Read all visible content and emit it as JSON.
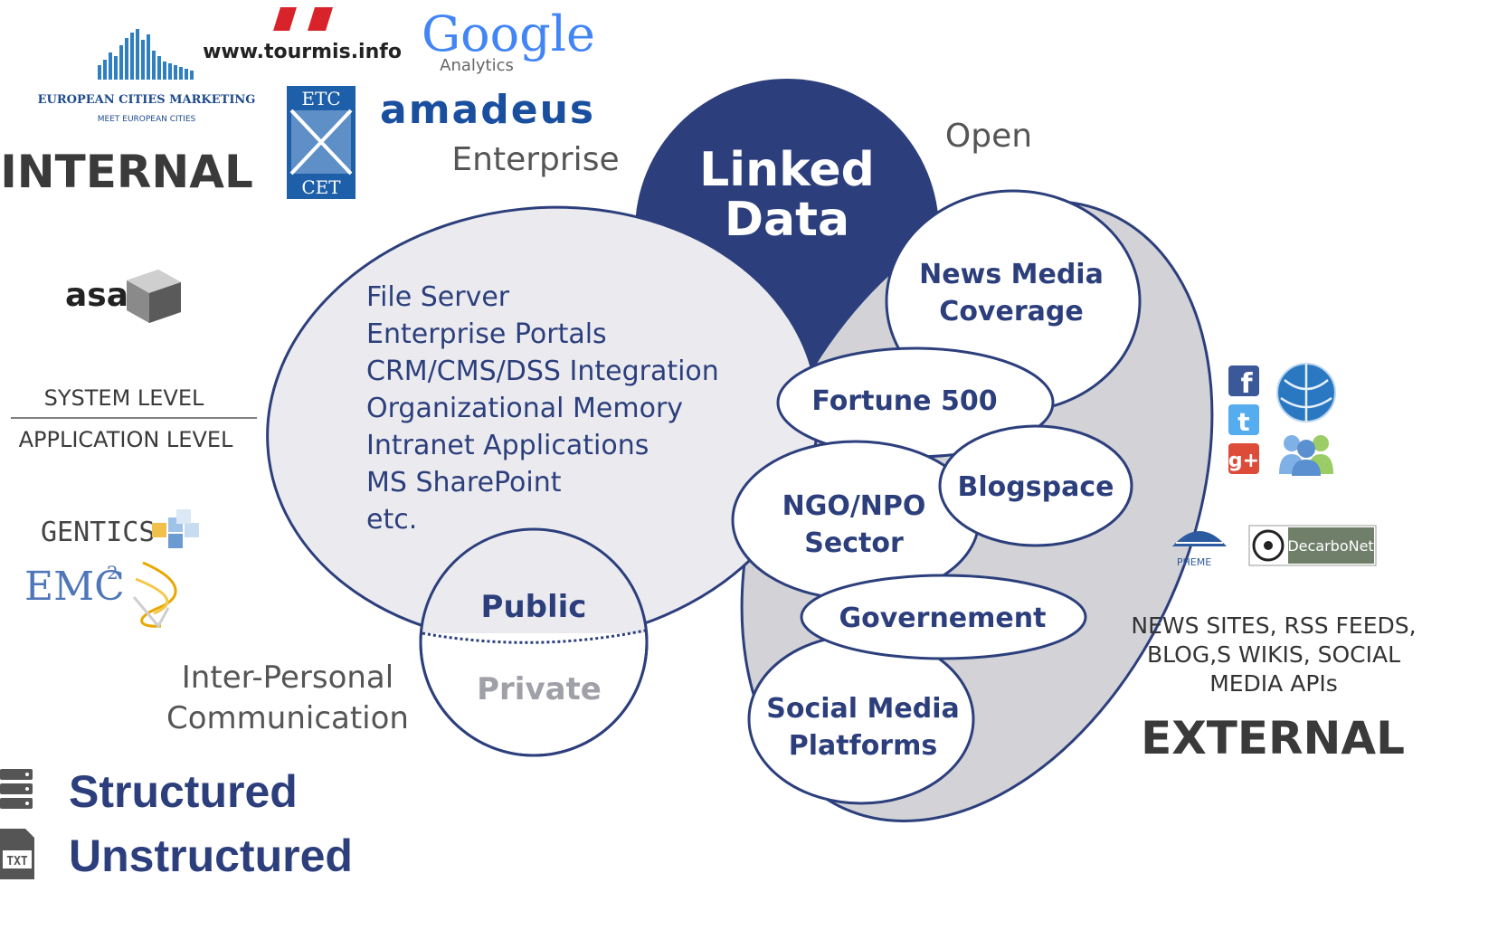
{
  "colors": {
    "navy": "#2c3f7c",
    "light_fill": "#ebebef",
    "gray_fill": "#d3d3d7",
    "label_gray": "#555555",
    "google_blue": "#4285f4",
    "google_red": "#db4437",
    "google_yellow": "#f4b400",
    "google_green": "#0f9d58",
    "amadeus_blue": "#1a4fa0",
    "tourmis_red": "#d8232a"
  },
  "logos": {
    "ecm_title": "EUROPEAN CITIES MARKETING",
    "ecm_subtitle": "MEET EUROPEAN CITIES",
    "tourmis": "www.tourmis.info",
    "google": "Google",
    "google_sub": "Analytics",
    "amadeus": "amadeus",
    "etc_top": "ETC",
    "etc_bottom": "CET",
    "asa": "asa",
    "gentics": "GENTICS",
    "emc": "EMC",
    "emc_sup": "2",
    "decarbonet": "DecarboNet",
    "pheme": "PHEME"
  },
  "left": {
    "internal": "INTERNAL",
    "system_level": "SYSTEM LEVEL",
    "application_level": "APPLICATION LEVEL",
    "legend": {
      "structured": "Structured",
      "unstructured": "Unstructured",
      "txt_icon_label": "TXT"
    }
  },
  "diagram": {
    "enterprise_label": "Enterprise",
    "open_label": "Open",
    "linked_data_line1": "Linked",
    "linked_data_line2": "Data",
    "enterprise_items": [
      "File Server",
      "Enterprise Portals",
      "CRM/CMS/DSS Integration",
      "Organizational Memory",
      "Intranet Applications",
      "MS SharePoint",
      "etc."
    ],
    "public": "Public",
    "private": "Private",
    "interpersonal_line1": "Inter-Personal",
    "interpersonal_line2": "Communication",
    "open_sources": {
      "news_line1": "News Media",
      "news_line2": "Coverage",
      "fortune": "Fortune 500",
      "blogspace": "Blogspace",
      "ngo_line1": "NGO/NPO",
      "ngo_line2": "Sector",
      "government": "Governement",
      "social_line1": "Social Media",
      "social_line2": "Platforms"
    }
  },
  "right": {
    "sources_line1": "NEWS SITES, RSS FEEDS,",
    "sources_line2": "BLOG,S WIKIS, SOCIAL",
    "sources_line3": "MEDIA APIs",
    "external": "EXTERNAL",
    "social_icons": [
      "facebook-icon",
      "twitter-icon",
      "google-plus-icon",
      "globe-icon",
      "users-icon"
    ]
  }
}
